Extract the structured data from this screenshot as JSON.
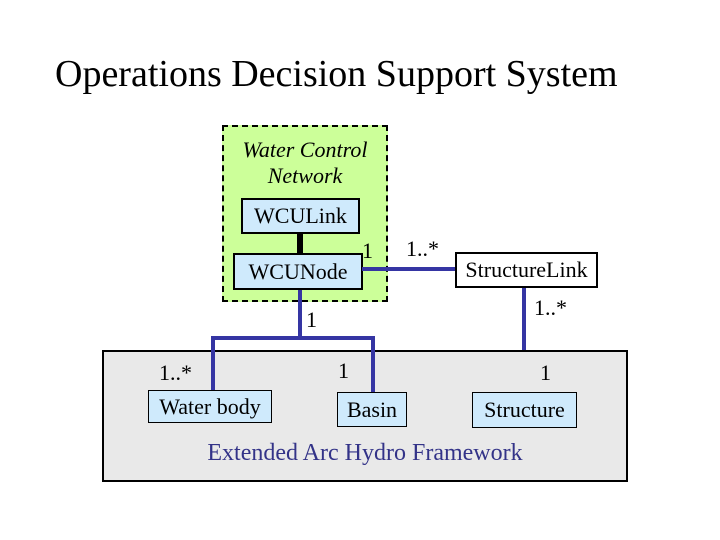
{
  "slide": {
    "title": "Operations Decision Support System",
    "background": "#ffffff"
  },
  "colors": {
    "slide_bg": "#ffffff",
    "group_green": "#ccff99",
    "node_blue": "#cfeafc",
    "framework_gray": "#e9e9e9",
    "connector_blue": "#3535a3",
    "caption_blue": "#333388"
  },
  "water_control_group": {
    "title_line1": "Water Control",
    "title_line2": "Network",
    "wculink": "WCULink",
    "wcunode": "WCUNode"
  },
  "structurelink": {
    "label": "StructureLink"
  },
  "framework": {
    "waterbody": "Water body",
    "basin": "Basin",
    "structure": "Structure",
    "caption": "Extended Arc Hydro Framework"
  },
  "multiplicities": {
    "wcunode_side": "1",
    "structurelink_side": "1..*",
    "structurelink_bottom": "1..*",
    "wcunode_bottom": "1",
    "waterbody_top": "1..*",
    "basin_top": "1",
    "structure_top": "1"
  }
}
